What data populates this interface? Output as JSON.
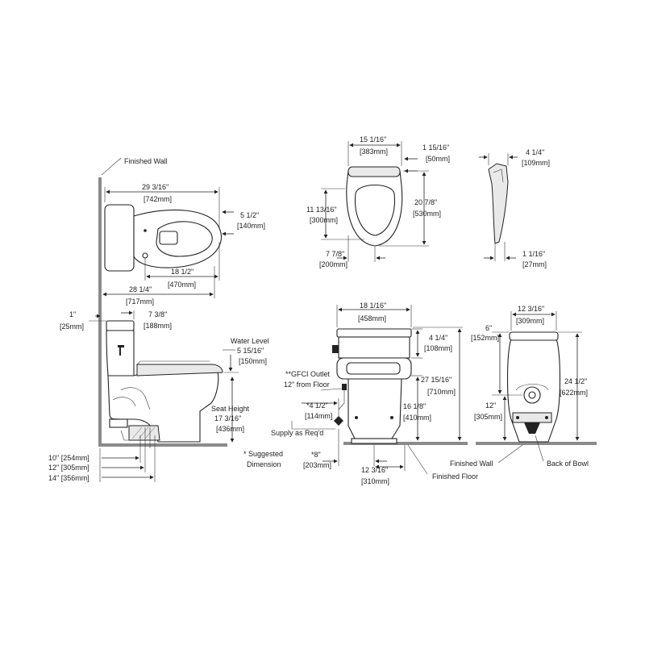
{
  "colors": {
    "line": "#222222",
    "wall": "#8a8a8a",
    "background": "#ffffff"
  },
  "labels": {
    "finished_wall_top": "Finished Wall",
    "d_29_3_16": "29 3/16\"",
    "d_742mm": "[742mm]",
    "d_5_1_2": "5 1/2\"",
    "d_140mm": "[140mm]",
    "d_18_1_2": "18 1/2\"",
    "d_470mm": "[470mm]",
    "d_28_1_4": "28 1/4\"",
    "d_717mm": "[717mm]",
    "d_15_1_16": "15 1/16\"",
    "d_383mm": "[383mm]",
    "d_1_15_16": "1 15/16\"",
    "d_50mm": "[50mm]",
    "d_11_13_16": "11 13/16\"",
    "d_300mm": "[300mm]",
    "d_20_7_8": "20 7/8\"",
    "d_530mm": "[530mm]",
    "d_7_7_8": "7 7/8\"",
    "d_200mm": "[200mm]",
    "d_4_1_4_top": "4 1/4\"",
    "d_109mm": "[109mm]",
    "d_1_1_16": "1 1/16\"",
    "d_27mm": "[27mm]",
    "d_1in": "1\"",
    "d_25mm": "[25mm]",
    "d_7_3_8": "7 3/8\"",
    "d_188mm": "[188mm]",
    "water_level": "Water Level",
    "d_5_15_16": "5 15/16\"",
    "d_150mm": "[150mm]",
    "seat_height": "Seat Height",
    "d_17_3_16": "17 3/16\"",
    "d_436mm": "[436mm]",
    "d_10in": "10\" [254mm]",
    "d_12in": "12\" [305mm]",
    "d_14in": "14\" [356mm]",
    "suggested_1": "* Suggested",
    "suggested_2": "Dimension",
    "gfci_1": "**GFCI Outlet",
    "gfci_2": "12\" from Floor",
    "d_4_1_2": "*4 1/2\"",
    "d_114mm": "[114mm]",
    "supply": "Supply as Req'd",
    "d_8in": "*8\"",
    "d_203mm": "[203mm]",
    "d_18_1_16": "18 1/16\"",
    "d_458mm": "[458mm]",
    "d_4_1_4_mid": "4 1/4\"",
    "d_108mm": "[108mm]",
    "d_27_15_16": "27 15/16\"",
    "d_710mm": "[710mm]",
    "d_16_1_8": "16 1/8\"",
    "d_410mm": "[410mm]",
    "d_12_3_16_b": "12 3/16\"",
    "d_310mm": "[310mm]",
    "finished_floor": "Finished Floor",
    "d_12_3_16_r": "12 3/16\"",
    "d_309mm": "[309mm]",
    "d_6in": "6\"",
    "d_152mm": "[152mm]",
    "d_24_1_2": "24 1/2\"",
    "d_622mm": "[622mm]",
    "d_12in_r": "12\"",
    "d_305mm_r": "[305mm]",
    "finished_wall_right": "Finished Wall",
    "back_of_bowl": "Back of Bowl"
  }
}
